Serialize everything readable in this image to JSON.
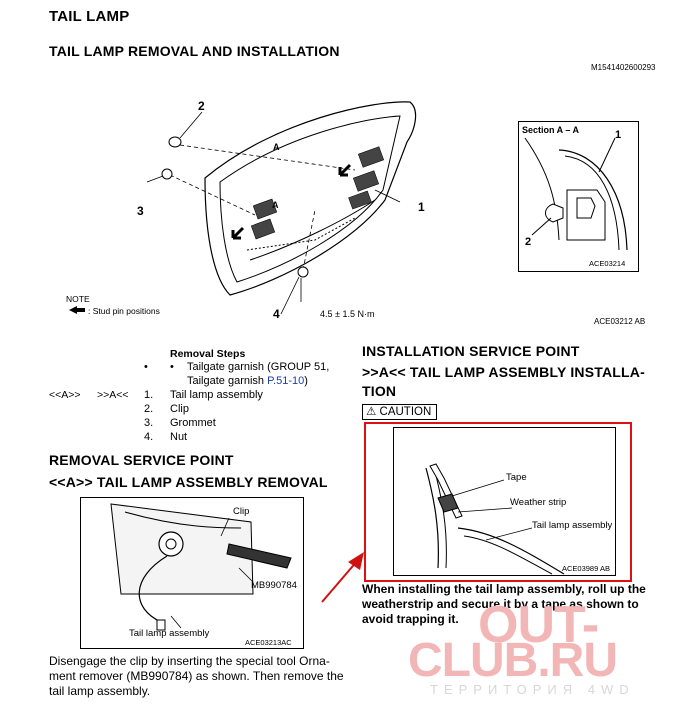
{
  "title": "TAIL LAMP",
  "subtitle": "TAIL LAMP REMOVAL AND INSTALLATION",
  "fig_id": "M1541402600293",
  "main_fig": {
    "labels": [
      "1",
      "2",
      "3",
      "4"
    ],
    "arrow_label": "A",
    "torque": "4.5 ± 1.5 N·m",
    "note_title": "NOTE",
    "note_text": ": Stud pin positions",
    "code": "ACE03212 AB"
  },
  "section_fig": {
    "title": "Section A – A",
    "label1": "1",
    "label2": "2",
    "code": "ACE03214"
  },
  "removal_steps": {
    "title": "Removal Steps",
    "bullet_line1": "Tailgate garnish (GROUP 51,",
    "bullet_line2_text": "Tailgate garnish ",
    "bullet_line2_link": "P.51-10",
    "bullet_line2_end": ")",
    "marker_a": "<<A>>",
    "marker_b": ">>A<<",
    "steps": [
      {
        "num": "1.",
        "text": "Tail lamp assembly"
      },
      {
        "num": "2.",
        "text": "Clip"
      },
      {
        "num": "3.",
        "text": "Grommet"
      },
      {
        "num": "4.",
        "text": "Nut"
      }
    ]
  },
  "removal_point": {
    "heading": "REMOVAL SERVICE POINT",
    "subheading": "<<A>> TAIL LAMP ASSEMBLY REMOVAL",
    "fig_labels": {
      "clip": "Clip",
      "tool": "MB990784",
      "assembly": "Tail lamp assembly",
      "code": "ACE03213AC"
    },
    "text": "Disengage the clip by inserting the special tool Orna- ment remover (MB990784) as shown. Then remove the tail lamp assembly."
  },
  "install_point": {
    "heading": "INSTALLATION SERVICE POINT",
    "subheading_line1": ">>A<< TAIL LAMP ASSEMBLY INSTALLA-",
    "subheading_line2": "TION",
    "caution": "CAUTION",
    "fig_labels": {
      "tape": "Tape",
      "weather": "Weather strip",
      "assembly": "Tail lamp assembly",
      "code": "ACE03989 AB"
    },
    "text": "When installing the tail lamp assembly, roll up the weatherstrip and secure it by a tape as shown to avoid trapping it."
  },
  "watermark": {
    "line1": "OUT-",
    "line2": "CLUB.RU",
    "line3": "ТЕРРИТОРИЯ 4WD"
  },
  "colors": {
    "highlight": "#d11111",
    "link": "#1a3fb0"
  }
}
